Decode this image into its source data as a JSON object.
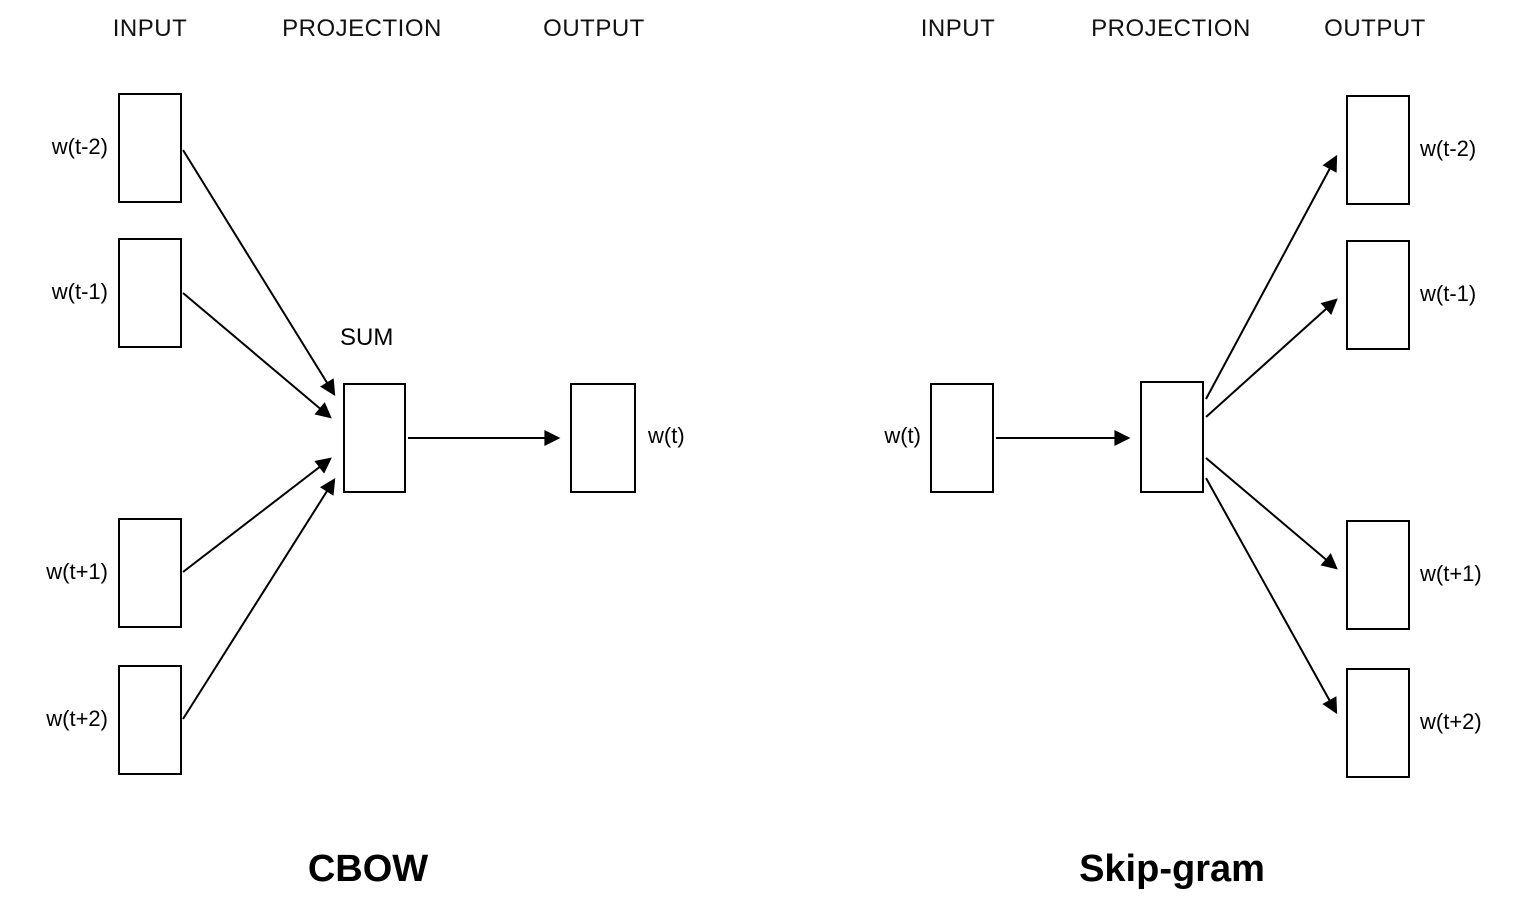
{
  "cbow": {
    "headers": {
      "input": "INPUT",
      "projection": "PROJECTION",
      "output": "OUTPUT"
    },
    "inputs": [
      "w(t-2)",
      "w(t-1)",
      "w(t+1)",
      "w(t+2)"
    ],
    "sum_label": "SUM",
    "output_label": "w(t)",
    "title": "CBOW"
  },
  "skipgram": {
    "headers": {
      "input": "INPUT",
      "projection": "PROJECTION",
      "output": "OUTPUT"
    },
    "input_label": "w(t)",
    "outputs": [
      "w(t-2)",
      "w(t-1)",
      "w(t+1)",
      "w(t+2)"
    ],
    "title": "Skip-gram"
  },
  "colors": {
    "stroke": "#000000",
    "background": "#ffffff"
  }
}
